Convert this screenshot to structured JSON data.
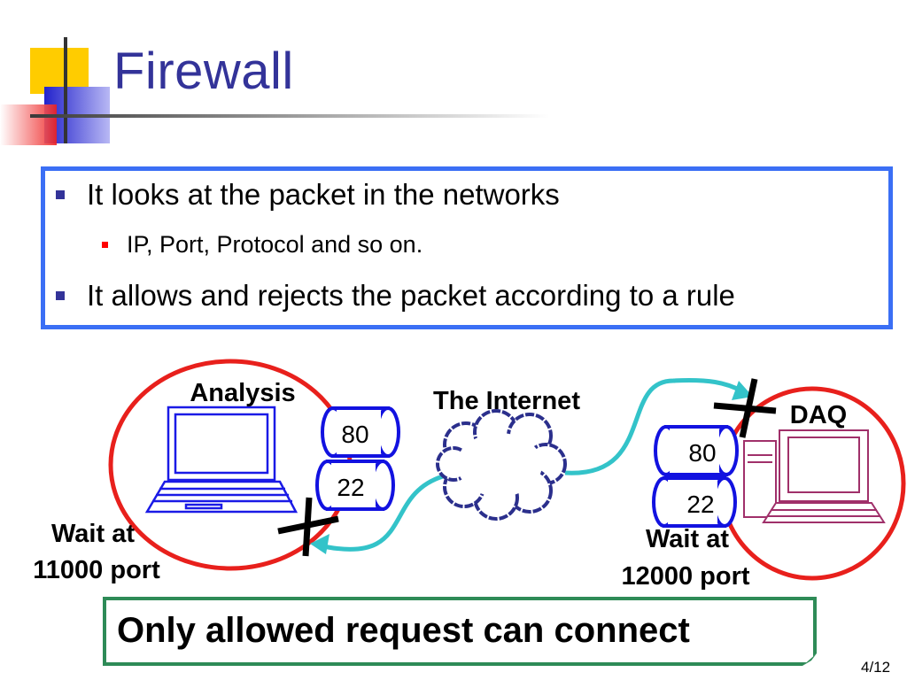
{
  "slide": {
    "title": "Firewall",
    "page": "4/12"
  },
  "bullets": [
    {
      "level": 1,
      "text": "It looks at the packet in the networks"
    },
    {
      "level": 2,
      "text": "IP, Port, Protocol and so on."
    },
    {
      "level": 1,
      "text": "It allows and rejects the packet according to a rule"
    }
  ],
  "diagram": {
    "analysis_label": "Analysis",
    "internet_label": "The Internet",
    "daq_label": "DAQ",
    "analysis_ports": [
      "80",
      "22"
    ],
    "daq_ports": [
      "80",
      "22"
    ],
    "wait_left_line1": "Wait at",
    "wait_left_line2": "11000 port",
    "wait_right_line1": "Wait at",
    "wait_right_line2": "12000 port"
  },
  "footer": {
    "text": "Only allowed request can connect"
  },
  "colors": {
    "title": "#333399",
    "bullet_box_border": "#3b6ff5",
    "zone_circle": "#e8201c",
    "port_cylinder": "#1212e0",
    "cloud": "#2b2f8c",
    "arrow": "#33c3c9",
    "laptop": "#1a1ae6",
    "desktop": "#a0306a",
    "footer_border": "#2e8b57"
  },
  "icons": {
    "left_device": "laptop-icon",
    "right_device": "desktop-computer-icon",
    "cloud": "cloud-icon",
    "blocked": "x-mark-icon"
  }
}
